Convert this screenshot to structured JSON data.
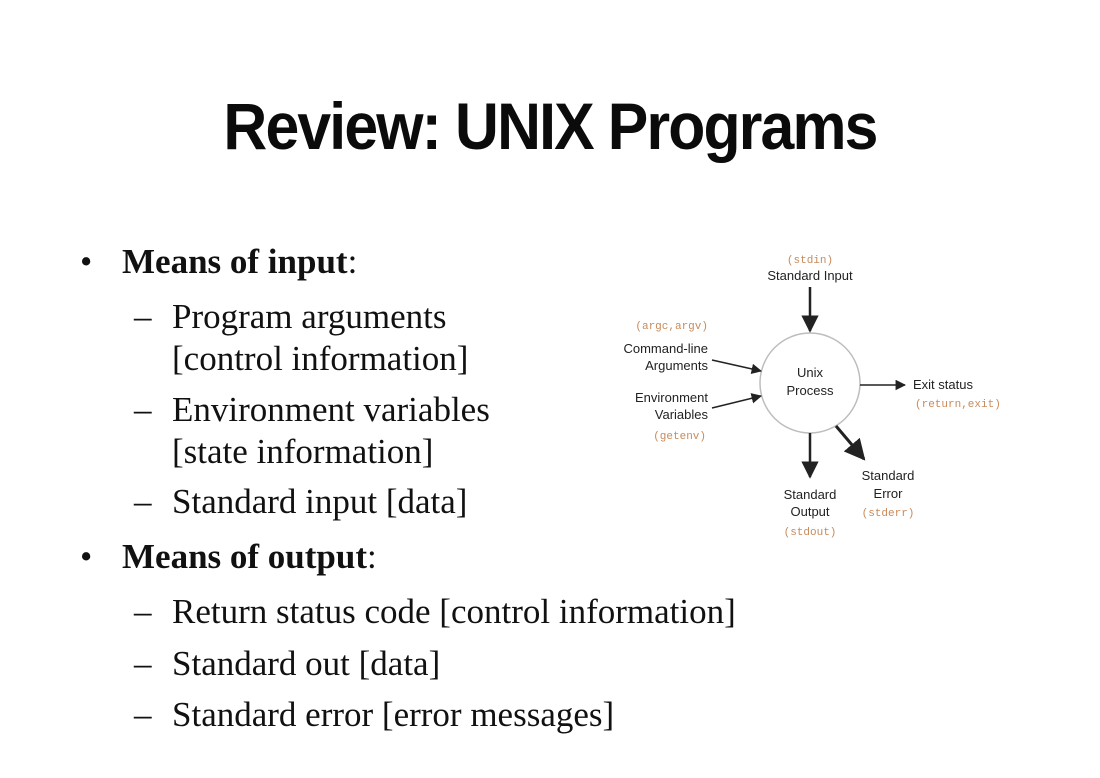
{
  "title": "Review: UNIX Programs",
  "input": {
    "heading": "Means of input",
    "colon": ":",
    "items": [
      {
        "line1": "Program arguments",
        "line2": "[control information]"
      },
      {
        "line1": "Environment variables",
        "line2": "[state information]"
      },
      {
        "line1": "Standard input [data]"
      }
    ]
  },
  "output": {
    "heading": "Means of output",
    "colon": ":",
    "items": [
      {
        "line1": "Return status code [control information]"
      },
      {
        "line1": "Standard out [data]"
      },
      {
        "line1": "Standard error [error messages]"
      }
    ]
  },
  "bullet_symbol": "•",
  "dash_symbol": "–",
  "diagram": {
    "process": {
      "line1": "Unix",
      "line2": "Process"
    },
    "stdin": {
      "code": "(stdin)",
      "label": "Standard Input"
    },
    "args": {
      "code": "(argc,argv)",
      "line1": "Command-line",
      "line2": "Arguments"
    },
    "env": {
      "line1": "Environment",
      "line2": "Variables",
      "code": "(getenv)"
    },
    "exit": {
      "label": "Exit status",
      "code": "(return,exit)"
    },
    "stdout": {
      "line1": "Standard",
      "line2": "Output",
      "code": "(stdout)"
    },
    "stderr": {
      "line1": "Standard",
      "line2": "Error",
      "code": "(stderr)"
    },
    "colors": {
      "code_text": "#c88a5a",
      "lines": "#222222"
    }
  }
}
